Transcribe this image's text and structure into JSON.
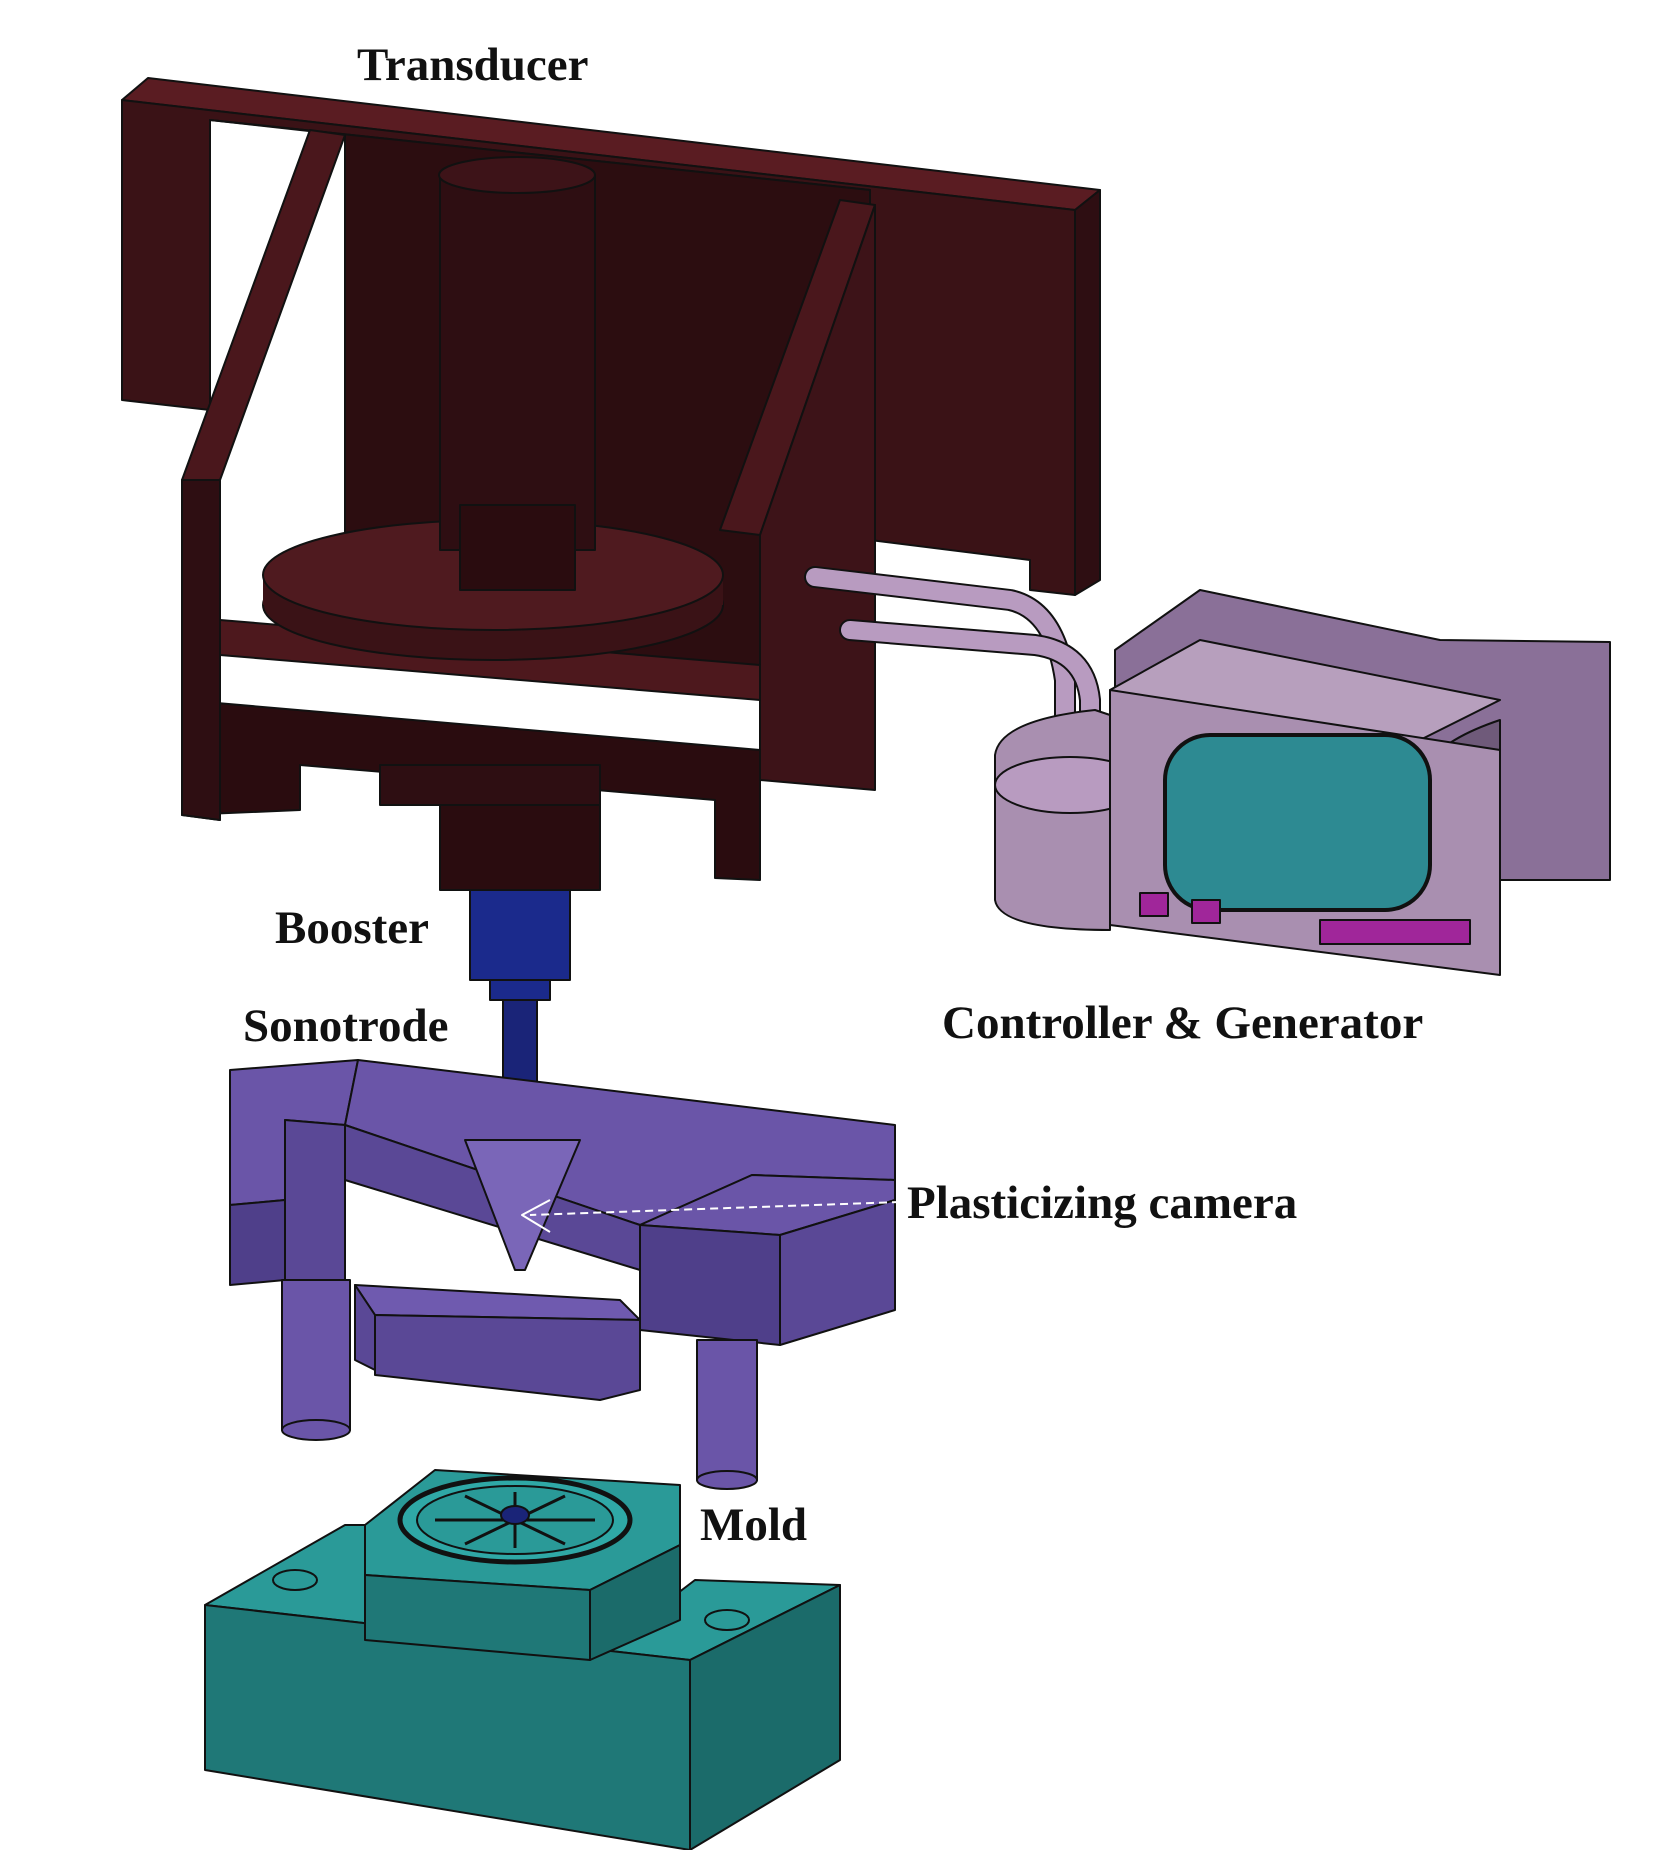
{
  "labels": {
    "transducer": "Transducer",
    "booster": "Booster",
    "sonotrode": "Sonotrode",
    "controller": "Controller & Generator",
    "plasticizing": "Plasticizing camera",
    "mold": "Mold"
  },
  "colors": {
    "transducer_frame": "#3a1216",
    "transducer_dark": "#2a0c0f",
    "booster": "#1b2a8c",
    "sonotrode": "#1a2478",
    "plasticizing_unit": "#6a55a8",
    "controller_body": "#a98fb0",
    "controller_screen": "#2d8a92",
    "controller_button": "#a0269a",
    "mold": "#2a9a98",
    "mold_dark": "#1f7877"
  }
}
